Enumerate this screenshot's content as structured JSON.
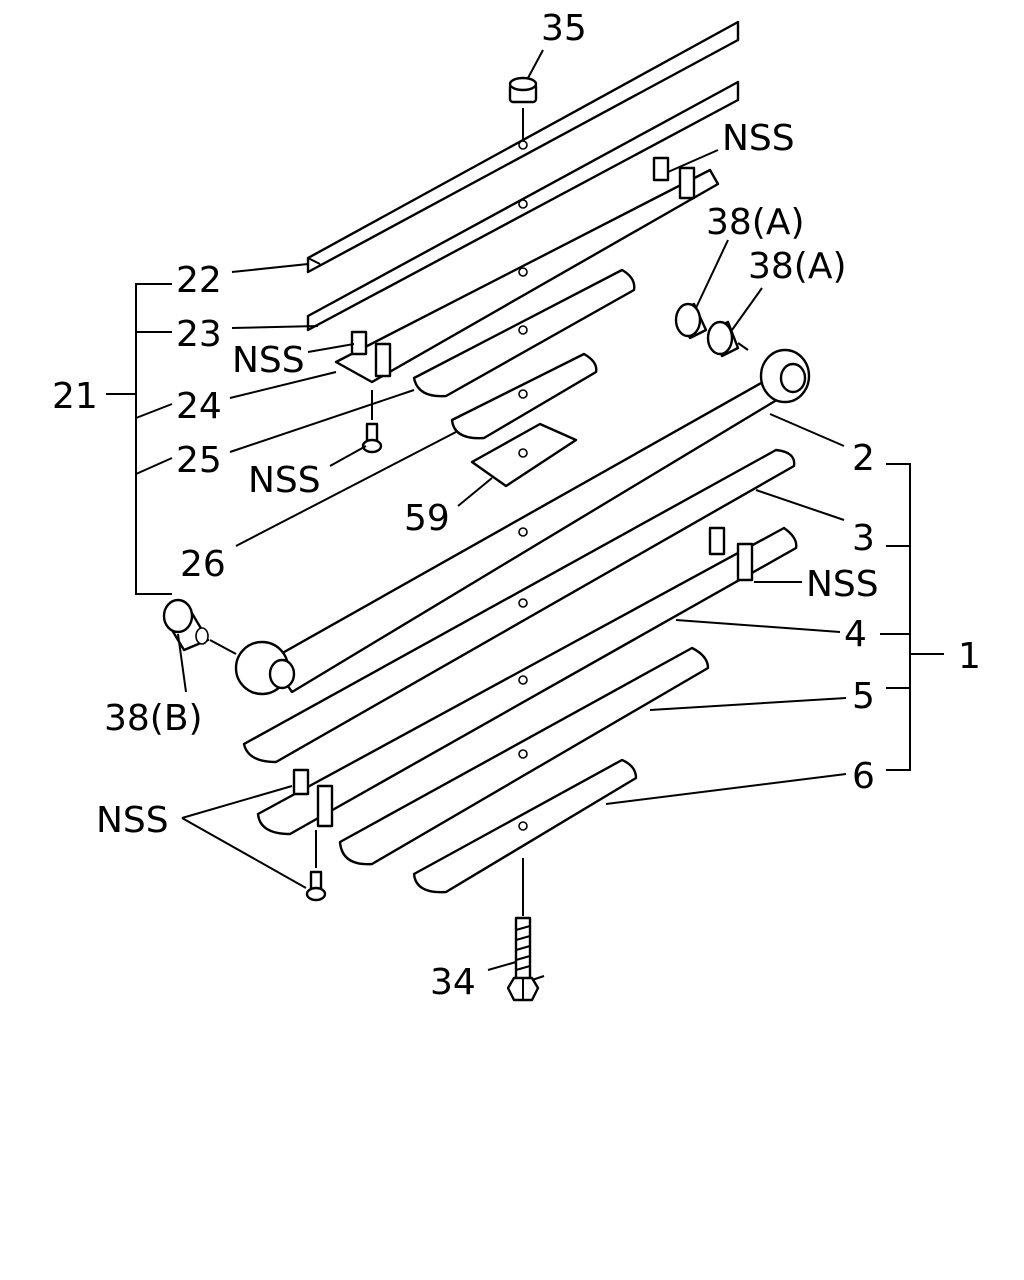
{
  "colors": {
    "line": "#000000",
    "background": "#ffffff"
  },
  "labels": {
    "l35": "35",
    "lnss_top": "NSS",
    "l38a_1": "38(A)",
    "l38a_2": "38(A)",
    "l22": "22",
    "l23": "23",
    "lnss_24": "NSS",
    "l21": "21",
    "l24": "24",
    "l25": "25",
    "lnss_bolt": "NSS",
    "l59": "59",
    "l26": "26",
    "l2": "2",
    "l3": "3",
    "lnss_right": "NSS",
    "l4": "4",
    "l1": "1",
    "l5": "5",
    "l6": "6",
    "l38b": "38(B)",
    "lnss_bottom": "NSS",
    "l34": "34"
  }
}
